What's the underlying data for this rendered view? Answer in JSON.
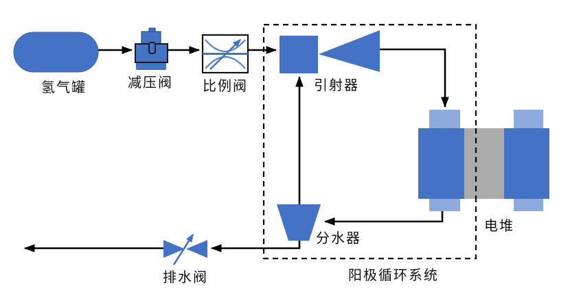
{
  "diagram": {
    "type": "process-flow-diagram",
    "subject": "hydrogen fuel cell anode gas supply and recirculation loop",
    "labels": {
      "hydrogen_tank": "氢气罐",
      "pressure_reducing_valve": "减压阀",
      "proportional_valve": "比例阀",
      "ejector": "引射器",
      "stack": "电堆",
      "water_separator": "分水器",
      "drain_valve": "排水阀",
      "anode_loop_system": "阳极循环系统"
    },
    "components": [
      {
        "id": "hydrogen_tank",
        "label": "氢气罐",
        "shape": "capsule-tank"
      },
      {
        "id": "pressure_reducing_valve",
        "label": "减压阀",
        "shape": "regulator-valve"
      },
      {
        "id": "proportional_valve",
        "label": "比例阀",
        "shape": "boxed-proportional-valve-symbol"
      },
      {
        "id": "ejector",
        "label": "引射器",
        "shape": "square-plus-diffuser-cone"
      },
      {
        "id": "stack",
        "label": "电堆",
        "shape": "stack-with-ports"
      },
      {
        "id": "water_separator",
        "label": "分水器",
        "shape": "trapezoid"
      },
      {
        "id": "drain_valve",
        "label": "排水阀",
        "shape": "bowtie-valve-with-stem-arrow"
      },
      {
        "id": "anode_loop_system",
        "label": "阳极循环系统",
        "shape": "dashed-boundary-box"
      }
    ],
    "edges": [
      {
        "from": "hydrogen_tank",
        "to": "pressure_reducing_valve",
        "style": "arrow"
      },
      {
        "from": "pressure_reducing_valve",
        "to": "proportional_valve",
        "style": "arrow"
      },
      {
        "from": "proportional_valve",
        "to": "ejector",
        "style": "arrow"
      },
      {
        "from": "ejector",
        "to": "stack",
        "style": "arrow",
        "note": "into stack top-left port"
      },
      {
        "from": "stack",
        "to": "water_separator",
        "style": "arrow",
        "note": "from stack bottom-left port"
      },
      {
        "from": "water_separator",
        "to": "ejector",
        "style": "arrow",
        "note": "recirculation riser"
      },
      {
        "from": "water_separator",
        "to": "drain_valve",
        "style": "arrow"
      },
      {
        "from": "drain_valve",
        "to": "outlet",
        "style": "arrow",
        "note": "exhaust to left edge"
      }
    ],
    "boundary": {
      "label": "阳极循环系统",
      "encloses": [
        "ejector",
        "water_separator",
        "anode side of stack"
      ]
    },
    "colors": {
      "primary_blue": "#4472C4",
      "light_blue_port": "#8FAADC",
      "stack_gray": "#ABABAB",
      "line_black": "#000000",
      "background": "#FFFFFF",
      "valve_arc_blue": "#5B84CE"
    }
  }
}
